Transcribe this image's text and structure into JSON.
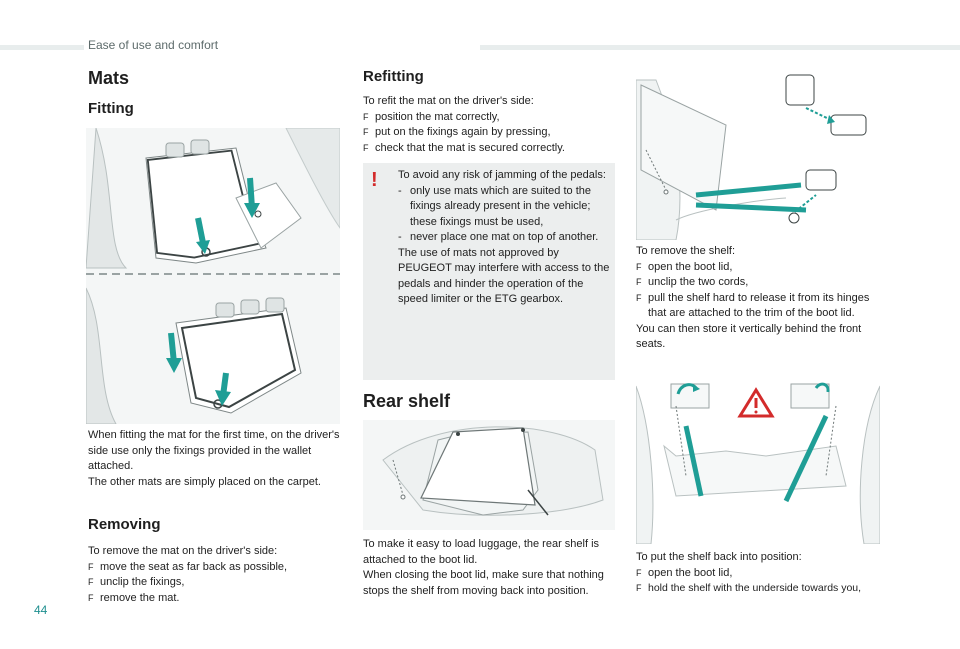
{
  "header": {
    "section": "Ease of use and comfort"
  },
  "page_number": "44",
  "mats": {
    "title": "Mats",
    "fitting_title": "Fitting",
    "fitting_text_1": "When fitting the mat for the first time, on the driver's side use only the fixings provided in the wallet attached.",
    "fitting_text_2": "The other mats are simply placed on the carpet.",
    "removing_title": "Removing",
    "removing_intro": "To remove the mat on the driver's side:",
    "removing_steps": [
      "move the seat as far back as possible,",
      "unclip the fixings,",
      "remove the mat."
    ],
    "refitting_title": "Refitting",
    "refitting_intro": "To refit the mat on the driver's side:",
    "refitting_steps": [
      "position the mat correctly,",
      "put on the fixings again by pressing,",
      "check that the mat is secured correctly."
    ]
  },
  "warning": {
    "intro": "To avoid any risk of jamming of the pedals:",
    "items": [
      "only use mats which are suited to the fixings already present in the vehicle; these fixings must be used,",
      "never place one mat on top of another."
    ],
    "note": "The use of mats not approved by PEUGEOT may interfere with access to the pedals and hinder the operation of the speed limiter or the ETG gearbox."
  },
  "rear_shelf": {
    "title": "Rear shelf",
    "text_1": "To make it easy to load luggage, the rear shelf is attached to the boot lid.",
    "text_2": "When closing the boot lid, make sure that nothing stops the shelf from moving back into position.",
    "remove_intro": "To remove the shelf:",
    "remove_steps": [
      "open the boot lid,",
      "unclip the two cords,",
      "pull the shelf hard to release it from its hinges that are attached to the trim of the boot lid."
    ],
    "remove_note": "You can then store it vertically behind the front seats.",
    "replace_intro": "To put the shelf back into position:",
    "replace_steps": [
      "open the boot lid,",
      "hold the shelf with the underside towards you,"
    ]
  },
  "icons": {
    "step_bullet": "F",
    "warning": "!",
    "dash": "-"
  },
  "colors": {
    "accent": "#1f9e96",
    "warning": "#d32b2b",
    "warning_bg": "#eceeee"
  }
}
